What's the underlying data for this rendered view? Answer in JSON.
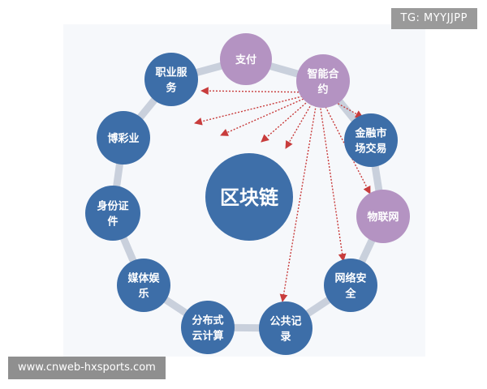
{
  "watermarks": {
    "top_right": "TG: MYYJJPP",
    "bottom_left": "www.cnweb-hxsports.com"
  },
  "center": {
    "label": "区块链"
  },
  "hub": {
    "lines": [
      "智能合",
      "约"
    ]
  },
  "nodes": [
    {
      "id": "pay",
      "lines": [
        "支付"
      ],
      "kind": "purple"
    },
    {
      "id": "career",
      "lines": [
        "职业服",
        "务"
      ],
      "kind": "blue"
    },
    {
      "id": "gambling",
      "lines": [
        "博彩业"
      ],
      "kind": "blue"
    },
    {
      "id": "identity",
      "lines": [
        "身份证",
        "件"
      ],
      "kind": "blue"
    },
    {
      "id": "media",
      "lines": [
        "媒体娱",
        "乐"
      ],
      "kind": "blue"
    },
    {
      "id": "cloud",
      "lines": [
        "分布式",
        "云计算"
      ],
      "kind": "blue"
    },
    {
      "id": "record",
      "lines": [
        "公共记",
        "录"
      ],
      "kind": "blue"
    },
    {
      "id": "security",
      "lines": [
        "网络安",
        "全"
      ],
      "kind": "blue"
    },
    {
      "id": "iot",
      "lines": [
        "物联网"
      ],
      "kind": "purple"
    },
    {
      "id": "finance",
      "lines": [
        "金融市",
        "场交易"
      ],
      "kind": "blue"
    }
  ],
  "colors": {
    "blue": "#3d6ea8",
    "purple": "#b493c2",
    "center": "#3e6fa9",
    "ring": "#c9d0dc",
    "arrow": "#c83c3c"
  }
}
